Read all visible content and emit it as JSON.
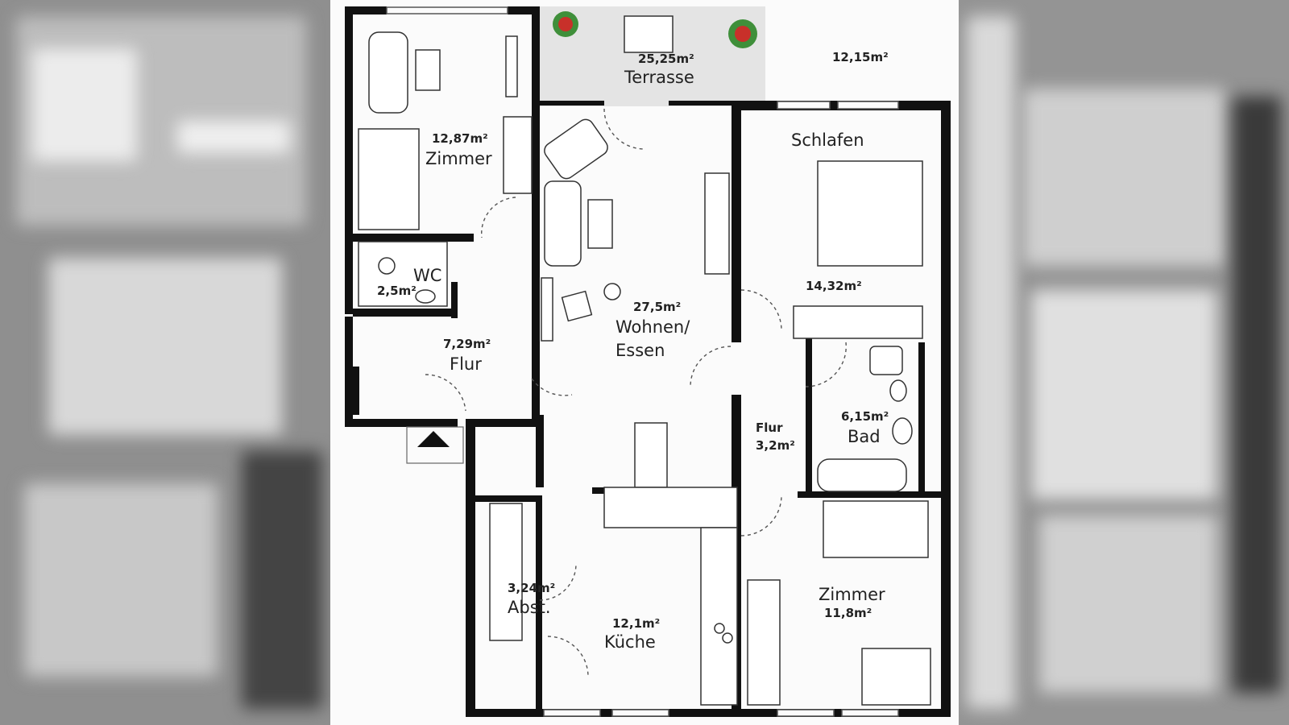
{
  "floorplan": {
    "rooms": [
      {
        "id": "terrasse",
        "name": "Terrasse",
        "area": "25,25m²"
      },
      {
        "id": "zimmer1",
        "name": "Zimmer",
        "area": "12,87m²"
      },
      {
        "id": "wc",
        "name": "WC",
        "area": "2,5m²"
      },
      {
        "id": "flur1",
        "name": "Flur",
        "area": "7,29m²"
      },
      {
        "id": "wohnen",
        "name": "Wohnen/\nEssen",
        "area": "27,5m²"
      },
      {
        "id": "schlafen",
        "name": "Schlafen",
        "area": "14,32m²"
      },
      {
        "id": "bad",
        "name": "Bad",
        "area": "6,15m²"
      },
      {
        "id": "flur2",
        "name": "Flur",
        "area": "3,2m²"
      },
      {
        "id": "abst",
        "name": "Abst.",
        "area": "3,24m²"
      },
      {
        "id": "kueche",
        "name": "Küche",
        "area": "12,1m²"
      },
      {
        "id": "zimmer2",
        "name": "Zimmer",
        "area": "11,8m²"
      }
    ],
    "extra_area": "12,15m²",
    "entrance_icon": "entrance-arrow-icon",
    "plant_icon": "flower-plant-icon",
    "colors": {
      "wall": "#111111",
      "floor": "#fbfbfb",
      "terrace": "#e4e4e4",
      "plant_red": "#c8302a",
      "plant_green": "#3f8f3a"
    }
  }
}
